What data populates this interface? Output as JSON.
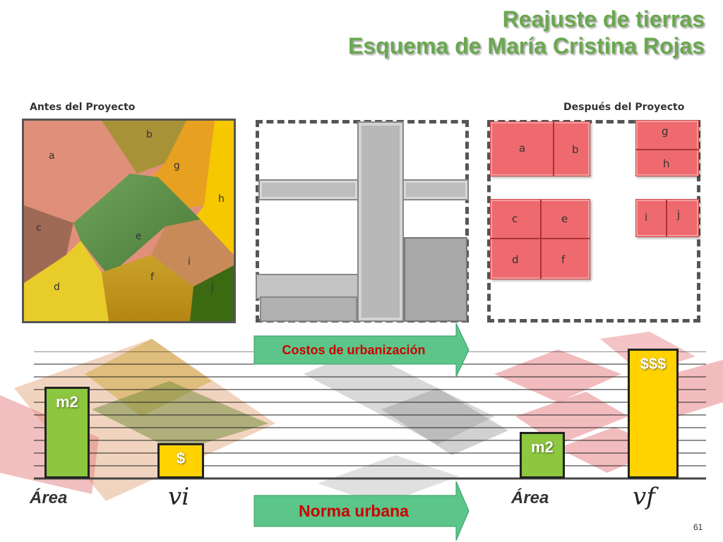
{
  "title": {
    "line1": "Reajuste de tierras",
    "line2": "Esquema de María Cristina Rojas"
  },
  "before_caption": "Antes del Proyecto",
  "after_caption": "Después del Proyecto",
  "before_parcels": [
    "a",
    "b",
    "c",
    "d",
    "e",
    "f",
    "g",
    "h",
    "i",
    "j"
  ],
  "after_lots": {
    "a": "a",
    "b": "b",
    "c": "c",
    "d": "d",
    "e": "e",
    "f": "f",
    "g": "g",
    "h": "h",
    "i": "i",
    "j": "j"
  },
  "arrows": {
    "top": "Costos de urbanización",
    "bottom": "Norma urbana"
  },
  "bars": {
    "area_before_label": "m2",
    "vi_label": "$",
    "area_after_label": "m2",
    "vf_label": "$$$"
  },
  "axis_labels": {
    "area_before": "Área",
    "vi": "vi",
    "area_after": "Área",
    "vf": "vf"
  },
  "colors": {
    "title": "#6aa84f",
    "green_bar": "#8dc63f",
    "yellow_bar": "#ffd200",
    "lot_red": "#ee6a6e",
    "arrow_green": "#5cc58a"
  },
  "page_number": "61"
}
